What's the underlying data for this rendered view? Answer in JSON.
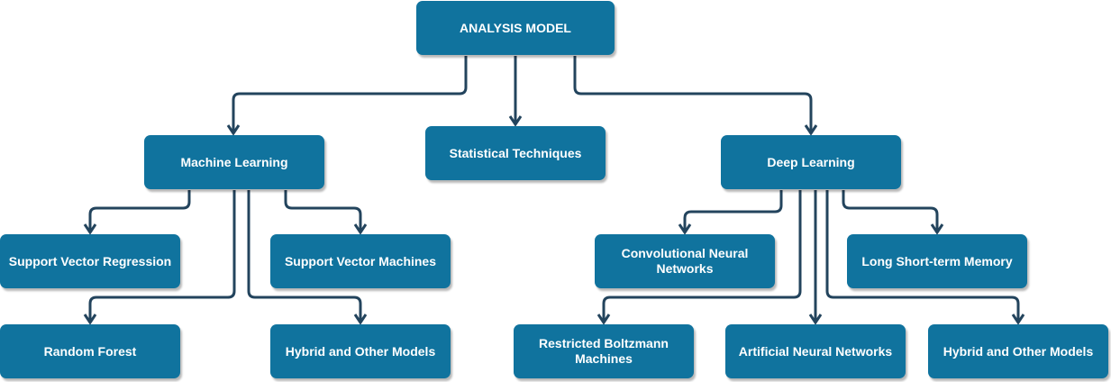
{
  "diagram": {
    "root": "ANALYSIS MODEL",
    "categories": {
      "machine_learning": "Machine Learning",
      "statistical": "Statistical Techniques",
      "deep_learning": "Deep Learning"
    },
    "machine_learning_children": {
      "svr": "Support Vector Regression",
      "svm": "Support Vector Machines",
      "rf": "Random Forest",
      "hybrid": "Hybrid and Other Models"
    },
    "deep_learning_children": {
      "cnn": "Convolutional Neural Networks",
      "lstm": "Long Short-term Memory",
      "rbm": "Restricted Boltzmann Machines",
      "ann": "Artificial Neural Networks",
      "hybrid": "Hybrid and Other Models"
    },
    "colors": {
      "node_fill": "#10739e",
      "connector": "#23445d",
      "text": "#ffffff"
    }
  }
}
